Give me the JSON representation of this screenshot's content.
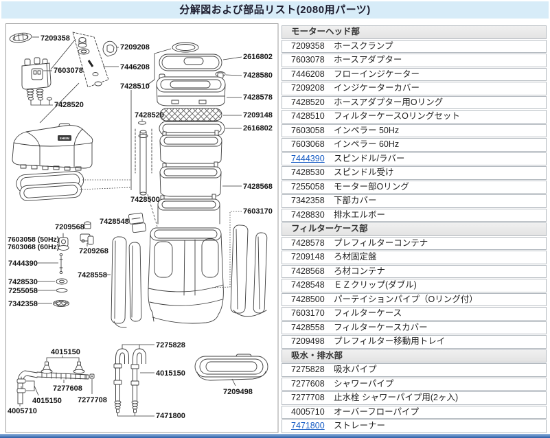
{
  "page_title": "分解図および部品リスト(2080用パーツ)",
  "diagram": {
    "labels": {
      "n7209358": "7209358",
      "n7209208": "7209208",
      "n7446208": "7446208",
      "n7603078": "7603078",
      "n7428510": "7428510",
      "n7428520": "7428520",
      "n2616802": "2616802",
      "n7428580": "7428580",
      "n7428578": "7428578",
      "n7209148": "7209148",
      "n7428568": "7428568",
      "n7428500": "7428500",
      "n7603170": "7603170",
      "n7428548": "7428548",
      "n7209568": "7209568",
      "n7603058_50hz": "7603058 (50Hz)",
      "n7603068_60hz": "7603068 (60Hz)",
      "n7209268": "7209268",
      "n7444390": "7444390",
      "n7428530": "7428530",
      "n7255058": "7255058",
      "n7342358": "7342358",
      "n7428558": "7428558",
      "n4015150": "4015150",
      "n7275828": "7275828",
      "n7277608": "7277608",
      "n7277708": "7277708",
      "n4005710": "4005710",
      "n7471800": "7471800",
      "n7209498": "7209498",
      "brand": "EHEIM"
    }
  },
  "table": {
    "sections": [
      {
        "header": "モーターヘッド部",
        "rows": [
          {
            "no": "7209358",
            "name": "ホースクランプ",
            "link": false
          },
          {
            "no": "7603078",
            "name": "ホースアダプター",
            "link": false
          },
          {
            "no": "7446208",
            "name": "フローインジケーター",
            "link": false
          },
          {
            "no": "7209208",
            "name": "インジケーターカバー",
            "link": false
          },
          {
            "no": "7428520",
            "name": "ホースアダプター用Oリング",
            "link": false
          },
          {
            "no": "7428510",
            "name": "フィルターケースOリングセット",
            "link": false
          },
          {
            "no": "7603058",
            "name": "インペラー 50Hz",
            "link": false
          },
          {
            "no": "7603068",
            "name": "インペラー 60Hz",
            "link": false
          },
          {
            "no": "7444390",
            "name": "スピンドル/ラバー",
            "link": true
          },
          {
            "no": "7428530",
            "name": "スピンドル受け",
            "link": false
          },
          {
            "no": "7255058",
            "name": "モーター部Oリング",
            "link": false
          },
          {
            "no": "7342358",
            "name": "下部カバー",
            "link": false
          },
          {
            "no": "7428830",
            "name": "排水エルボー",
            "link": false
          }
        ]
      },
      {
        "header": "フィルターケース部",
        "rows": [
          {
            "no": "7428578",
            "name": "プレフィルターコンテナ",
            "link": false
          },
          {
            "no": "7209148",
            "name": "ろ材固定盤",
            "link": false
          },
          {
            "no": "7428568",
            "name": "ろ材コンテナ",
            "link": false
          },
          {
            "no": "7428548",
            "name": "ＥＺクリップ(ダブル)",
            "link": false
          },
          {
            "no": "7428500",
            "name": "パーテイションパイプ（Oリング付）",
            "link": false
          },
          {
            "no": "7603170",
            "name": "フィルターケース",
            "link": false
          },
          {
            "no": "7428558",
            "name": "フィルターケースカバー",
            "link": false
          },
          {
            "no": "7209498",
            "name": "プレフィルター移動用トレイ",
            "link": false
          }
        ]
      },
      {
        "header": "吸水・排水部",
        "rows": [
          {
            "no": "7275828",
            "name": "吸水パイプ",
            "link": false
          },
          {
            "no": "7277608",
            "name": "シャワーパイプ",
            "link": false
          },
          {
            "no": "7277708",
            "name": "止水栓 シャワーパイプ用(2ヶ入)",
            "link": false
          },
          {
            "no": "4005710",
            "name": "オーバーフローパイプ",
            "link": false
          },
          {
            "no": "7471800",
            "name": "ストレーナー",
            "link": true
          }
        ]
      }
    ]
  }
}
